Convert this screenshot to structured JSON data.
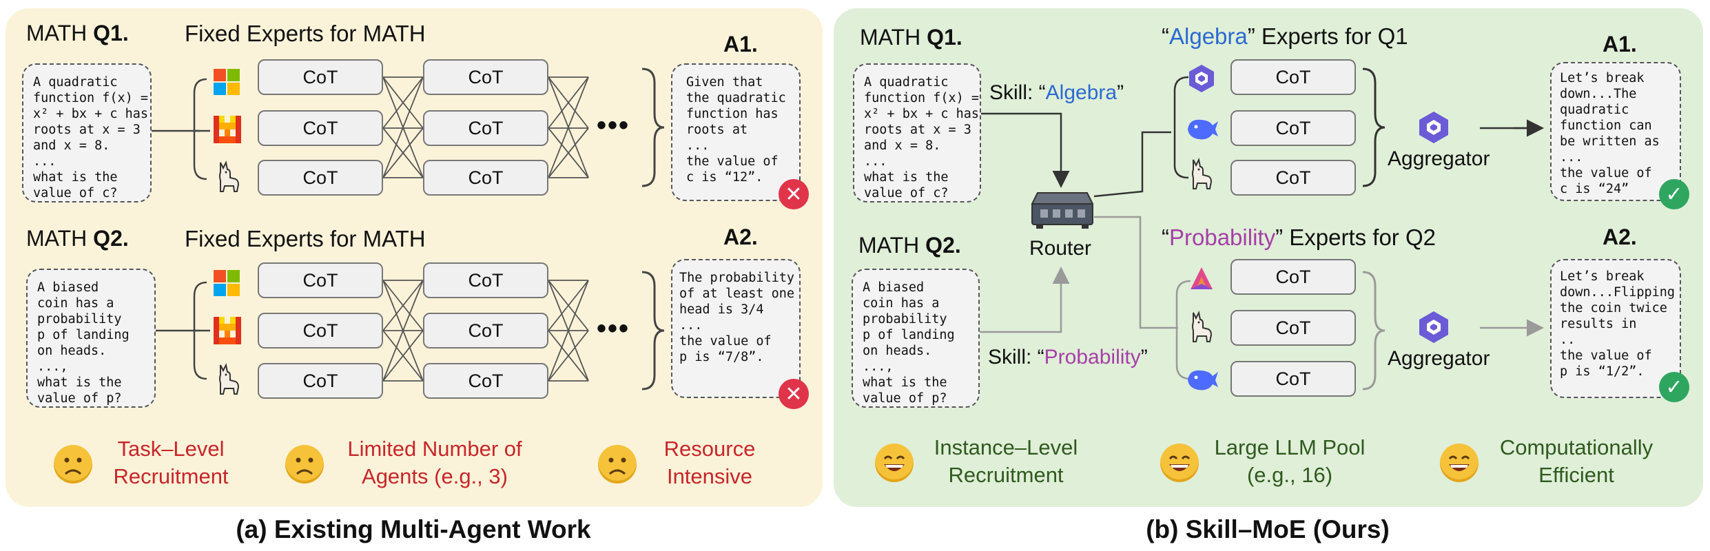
{
  "panel_a": {
    "caption": "(a) Existing Multi-Agent Work",
    "q1": {
      "prefix": "MATH ",
      "label": "Q1."
    },
    "q2": {
      "prefix": "MATH ",
      "label": "Q2."
    },
    "header1": "Fixed Experts for MATH",
    "header2": "Fixed Experts for MATH",
    "q1_text": [
      "A quadratic",
      "function f(x) =",
      "x² + bx + c has",
      "roots at x = 3",
      "and x = 8.",
      "...",
      "what is the",
      "value of c?"
    ],
    "q2_text": [
      "A biased",
      "coin has a",
      "probability",
      "p of landing",
      "on heads.",
      "...,",
      "what is the",
      "value of p?"
    ],
    "cot_label": "CoT",
    "ellipsis": "•••",
    "a1_label": "A1.",
    "a2_label": "A2.",
    "a1_text": [
      "Given that",
      "the quadratic",
      "function has",
      "roots at",
      "...",
      "the value of",
      "c is “12”."
    ],
    "a2_text": [
      "The probability",
      "of at least one",
      "head is 3/4",
      "...",
      "the value of",
      "p is “7/8”."
    ],
    "bottom": [
      {
        "line1": "Task–Level",
        "line2": "Recruitment"
      },
      {
        "line1": "Limited Number of",
        "line2": "Agents (e.g., 3)"
      },
      {
        "line1": "Resource",
        "line2": "Intensive"
      }
    ],
    "colors": {
      "bg": "#fbf3d9",
      "negative": "#c7262b",
      "wrong": "#e0344a"
    }
  },
  "panel_b": {
    "caption": "(b) Skill–MoE (Ours)",
    "q1": {
      "prefix": "MATH ",
      "label": "Q1."
    },
    "q2": {
      "prefix": "MATH ",
      "label": "Q2."
    },
    "skill1": {
      "prefix": "Skill: “",
      "name": "Algebra",
      "suffix": "”"
    },
    "skill2": {
      "prefix": "Skill: “",
      "name": "Probability",
      "suffix": "”"
    },
    "header1": {
      "open": "“",
      "name": "Algebra",
      "rest": "” Experts for Q1"
    },
    "header2": {
      "open": "“",
      "name": "Probability",
      "rest": "” Experts for Q2"
    },
    "router_label": "Router",
    "aggregator_label": "Aggregator",
    "cot_label": "CoT",
    "q1_text": [
      "A quadratic",
      "function f(x) =",
      "x² + bx + c has",
      "roots at x = 3",
      "and x = 8.",
      "...",
      "what is the",
      "value of c?"
    ],
    "q2_text": [
      "A biased",
      "coin has a",
      "probability",
      "p of landing",
      "on heads.",
      "...,",
      "what is the",
      "value of p?"
    ],
    "a1_label": "A1.",
    "a2_label": "A2.",
    "a1_text": [
      "Let’s break",
      "down...The",
      "quadratic",
      "function can",
      "be written as",
      "...",
      "the value of",
      "c is “24”"
    ],
    "a2_text": [
      "Let’s break",
      "down...Flipping",
      "the coin twice",
      "results in",
      "..",
      "the value of",
      "p is “1/2”."
    ],
    "bottom": [
      {
        "line1": "Instance–Level",
        "line2": "Recruitment"
      },
      {
        "line1": "Large LLM Pool",
        "line2": "(e.g., 16)"
      },
      {
        "line1": "Computationally",
        "line2": "Efficient"
      }
    ],
    "colors": {
      "bg": "#e0efd8",
      "positive": "#2f5a1f",
      "correct": "#2ea660",
      "algebra": "#2a6bd0",
      "probability": "#a63fa8"
    }
  }
}
